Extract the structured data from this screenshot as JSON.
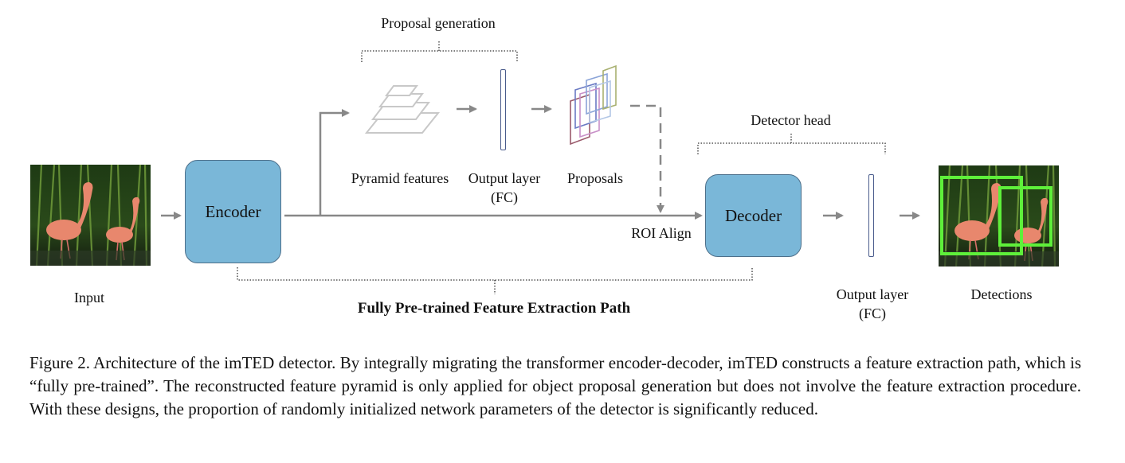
{
  "diagram": {
    "input_label": "Input",
    "encoder_label": "Encoder",
    "decoder_label": "Decoder",
    "pyramid_label": "Pyramid features",
    "output_fc_top_label_line1": "Output layer",
    "output_fc_top_label_line2": "(FC)",
    "proposals_label": "Proposals",
    "proposal_generation_label": "Proposal generation",
    "roi_align_label": "ROI Align",
    "detector_head_label": "Detector head",
    "output_fc_bottom_label_line1": "Output layer",
    "output_fc_bottom_label_line2": "(FC)",
    "detections_label": "Detections",
    "path_label": "Fully Pre-trained Feature Extraction Path"
  },
  "caption": "Figure 2.  Architecture of the imTED detector.  By integrally migrating the transformer encoder-decoder, imTED constructs a feature extraction path, which is “fully pre-trained”. The reconstructed feature pyramid is only applied for object proposal generation but does not involve the feature extraction procedure. With these designs, the proportion of randomly initialized network parameters of the detector is significantly reduced.",
  "colors": {
    "box_fill": "#7ab7d8",
    "box_border": "#4d6f8a",
    "arrow": "#888888",
    "detection_box": "#5ef03a"
  }
}
